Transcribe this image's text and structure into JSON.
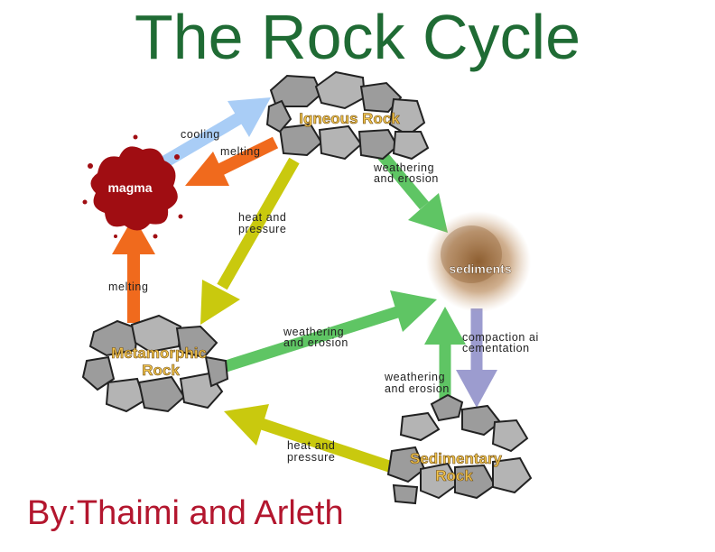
{
  "title": "The Rock Cycle",
  "byline": "By:Thaimi and Arleth",
  "nodes": {
    "igneous": "Igneous Rock",
    "magma": "magma",
    "sediments": "sediments",
    "metamorphic_1": "Metamorphic",
    "metamorphic_2": "Rock",
    "sedimentary_1": "Sedimentary",
    "sedimentary_2": "Rock"
  },
  "edges": {
    "cooling": "cooling",
    "melting_igneous": "melting",
    "melting_metamorphic": "melting",
    "weathering_igneous_1": "weathering",
    "weathering_igneous_2": "and erosion",
    "heat_igneous_1": "heat and",
    "heat_igneous_2": "pressure",
    "weathering_meta_1": "weathering",
    "weathering_meta_2": "and erosion",
    "compaction_1": "compaction ai",
    "compaction_2": "cementation",
    "weathering_sed_1": "weathering",
    "weathering_sed_2": "and erosion",
    "heat_sed_1": "heat and",
    "heat_sed_2": "pressure"
  },
  "colors": {
    "title": "#1f6b34",
    "byline": "#b3162e",
    "cooling_arrow": "#a9cdf6",
    "melting_arrow": "#f06a1d",
    "heat_arrow": "#c9c90e",
    "weathering_arrow": "#5fc564",
    "compaction_arrow": "#9c9ccf",
    "magma": "#a00d12",
    "rock_label": "#f2c44c"
  }
}
